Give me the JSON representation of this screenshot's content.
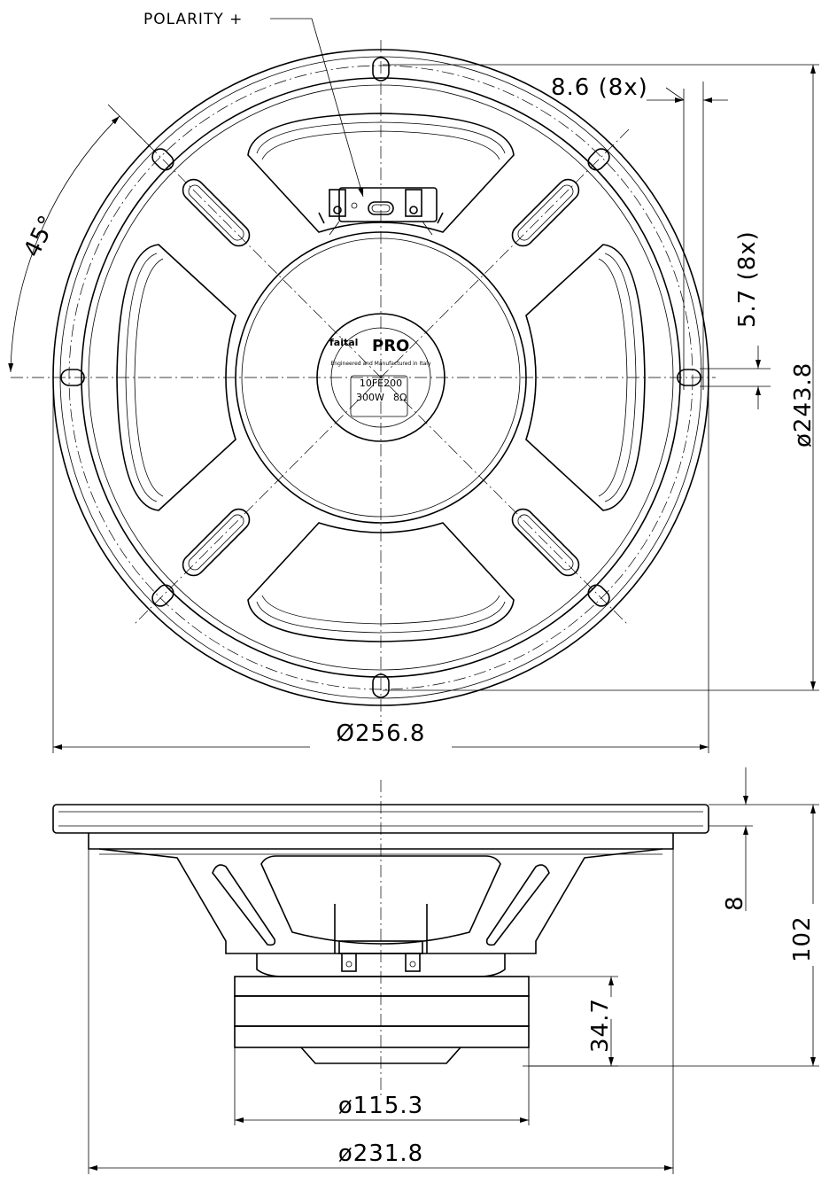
{
  "labels": {
    "polarity": "POLARITY +",
    "angle": "45°",
    "hole_spacing": "8.6  (8x)",
    "slot_width": "5.7 (8x)",
    "bolt_circle": "ø243.8",
    "outer_diameter": "Ø256.8",
    "flange_thickness": "8",
    "total_depth": "102",
    "magnet_height": "34.7",
    "magnet_diameter": "ø115.3",
    "cutout_diameter": "ø231.8"
  },
  "label_plate": {
    "brand": "faital",
    "brand_suffix": "PRO",
    "tagline": "Engineered and Manufactured in Italy",
    "model": "10FE200",
    "power": "300W",
    "impedance": "8Ω"
  }
}
